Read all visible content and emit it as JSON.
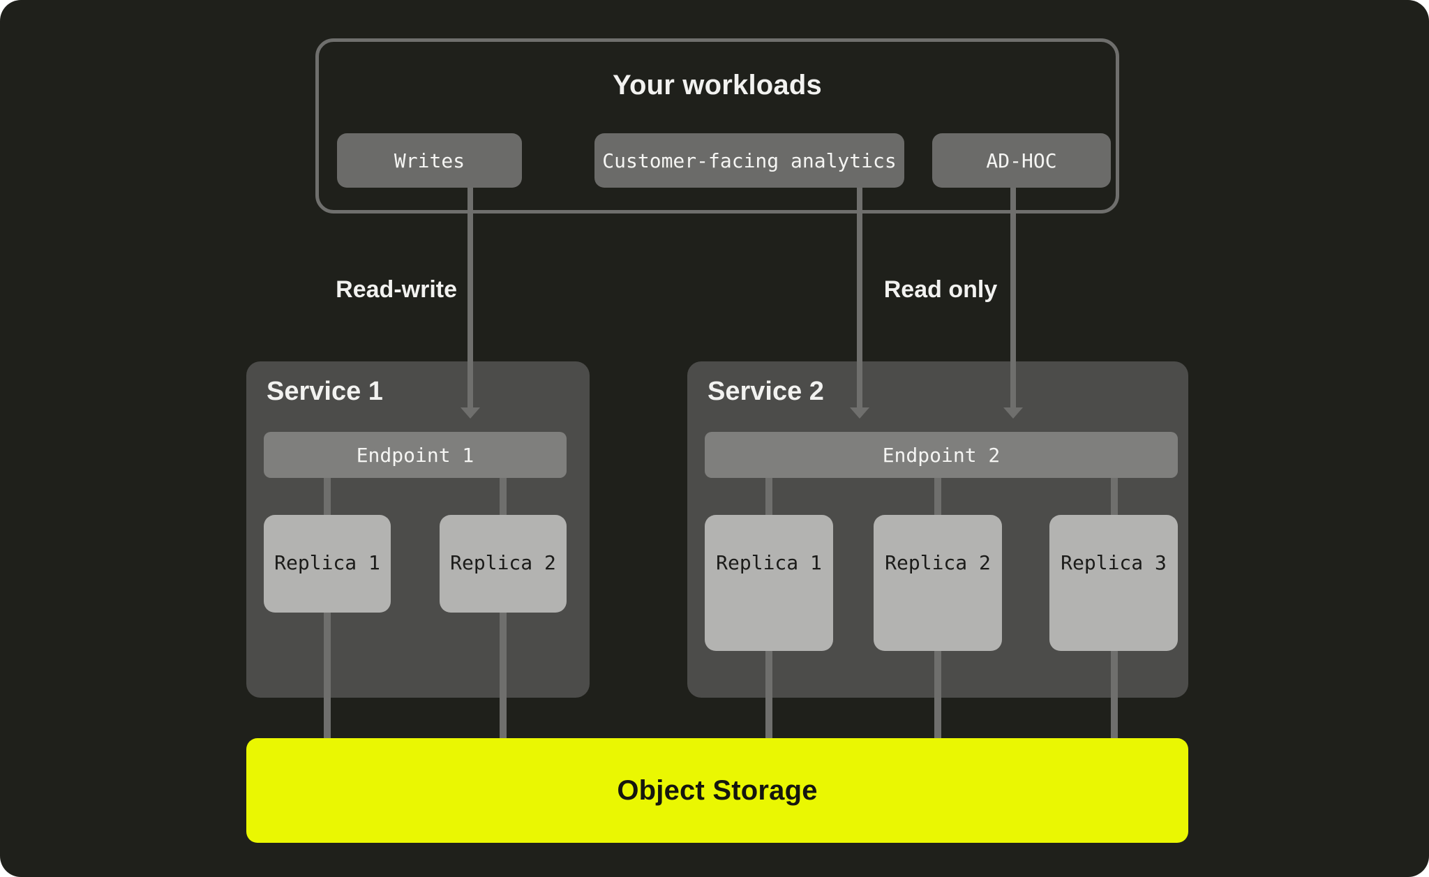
{
  "workloads": {
    "title": "Your workloads",
    "items": [
      {
        "label": "Writes"
      },
      {
        "label": "Customer-facing analytics"
      },
      {
        "label": "AD-HOC"
      }
    ]
  },
  "edges": {
    "read_write_label": "Read-write",
    "read_only_label": "Read only"
  },
  "services": [
    {
      "title": "Service 1",
      "endpoint": "Endpoint 1",
      "replicas": [
        "Replica 1",
        "Replica 2"
      ]
    },
    {
      "title": "Service 2",
      "endpoint": "Endpoint 2",
      "replicas": [
        "Replica 1",
        "Replica 2",
        "Replica 3"
      ]
    }
  ],
  "storage": {
    "label": "Object Storage"
  },
  "colors": {
    "background": "#1F201B",
    "panel": "#4C4C4A",
    "chip": "#6B6B69",
    "endpoint": "#7F7F7D",
    "replica": "#B3B3B1",
    "connector": "#6F6F6D",
    "storage_yellow": "#EAF702",
    "text_light": "#F2F2F0",
    "text_dark": "#1B1B19"
  }
}
